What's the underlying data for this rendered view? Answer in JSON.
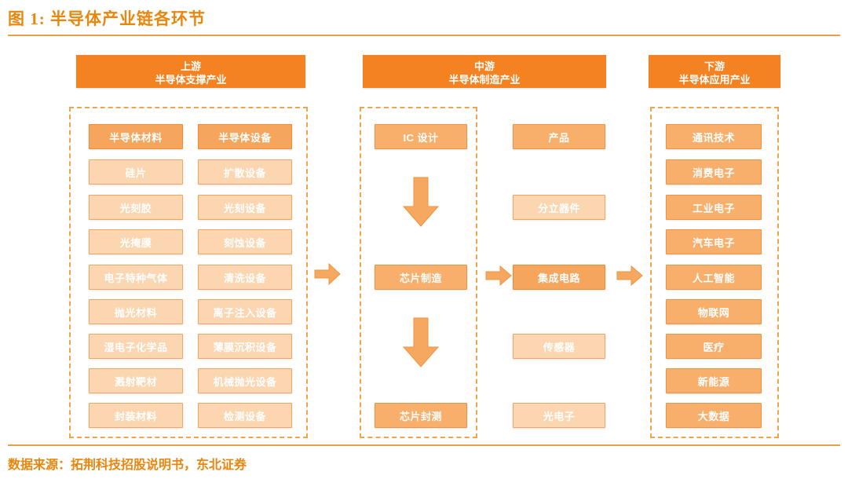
{
  "title": "图 1:  半导体产业链各环节",
  "footer": "数据来源：拓荆科技招股说明书，东北证券",
  "colors": {
    "accent": "#E8860D",
    "header_orange": "#F58220",
    "box_dark": "#F5A55C",
    "box_light": "#FBD6B0",
    "box_med": "#F7AF6B",
    "dash_border": "#F0A44B"
  },
  "sections": {
    "upstream": {
      "line1": "上游",
      "line2": "半导体支撑产业"
    },
    "midstream": {
      "line1": "中游",
      "line2": "半导体制造产业"
    },
    "downstream": {
      "line1": "下游",
      "line2": "半导体应用产业"
    }
  },
  "upstream": {
    "materials": [
      "半导体材料",
      "硅片",
      "光刻胶",
      "光掩膜",
      "电子特种气体",
      "抛光材料",
      "湿电子化学品",
      "溅射靶材",
      "封装材料"
    ],
    "equipment": [
      "半导体设备",
      "扩散设备",
      "光刻设备",
      "刻蚀设备",
      "清洗设备",
      "离子注入设备",
      "薄膜沉积设备",
      "机械抛光设备",
      "检测设备"
    ]
  },
  "midstream": {
    "process": [
      "IC 设计",
      "芯片制造",
      "芯片封测"
    ],
    "products": [
      "产品",
      "分立器件",
      "集成电路",
      "传感器",
      "光电子"
    ]
  },
  "downstream": {
    "applications": [
      "通讯技术",
      "消费电子",
      "工业电子",
      "汽车电子",
      "人工智能",
      "物联网",
      "医疗",
      "新能源",
      "大数据"
    ]
  },
  "arrows": {
    "up_to_mid": "arrow-right-icon",
    "process_to_product": "arrow-right-icon",
    "mid_to_down": "arrow-right-icon",
    "design_to_fab": "arrow-down-icon",
    "fab_to_package": "arrow-down-icon"
  }
}
